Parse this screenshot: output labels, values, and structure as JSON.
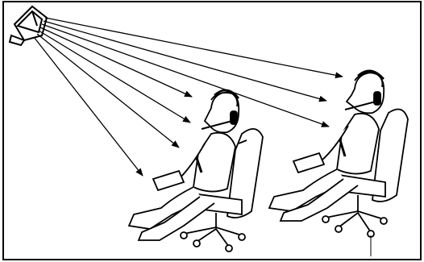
{
  "scene": {
    "frame_color": "#000000",
    "background": "#ffffff",
    "line_color": "#000000",
    "elements": [
      "satellite-dish-icon",
      "signal-arrows",
      "person-seated-left",
      "person-seated-right",
      "office-chair-icon",
      "headset-icon",
      "tablet-icon"
    ]
  }
}
